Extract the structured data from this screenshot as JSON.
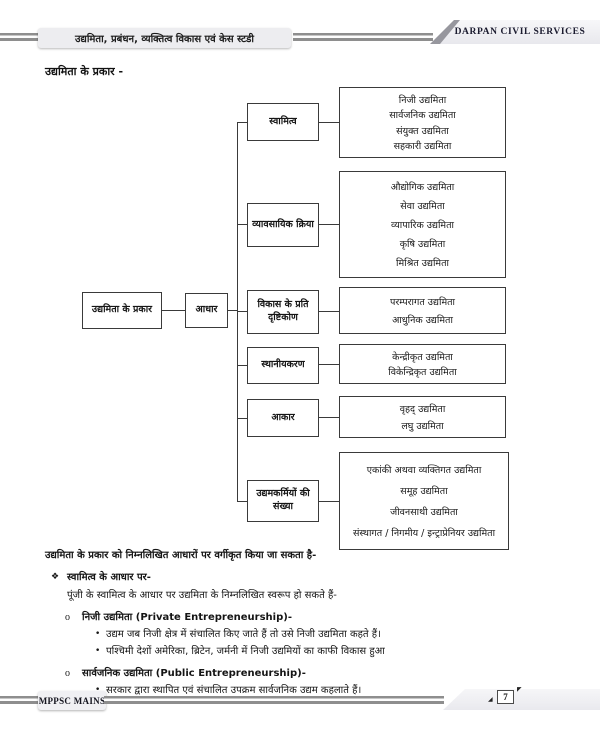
{
  "header": {
    "subject_title": "उद्यमिता, प्रबंधन, व्यक्तित्व विकास एवं केस स्टडी",
    "brand": "DARPAN CIVIL SERVICES"
  },
  "page_title": "उद्यमिता के प्रकार -",
  "chart": {
    "type": "flowchart",
    "root_label": "उद्यमिता के प्रकार",
    "hub_label": "आधार",
    "rows": [
      {
        "label": "स्वामित्व",
        "items": [
          "निजी उद्यमिता",
          "सार्वजनिक उद्यमिता",
          "संयुक्त उद्यमिता",
          "सहकारी उद्यमिता"
        ]
      },
      {
        "label": "व्यावसायिक क्रिया",
        "items": [
          "औद्योगिक उद्यमिता",
          "सेवा उद्यमिता",
          "व्यापारिक उद्यमिता",
          "कृषि उद्यमिता",
          "मिश्रित उद्यमिता"
        ]
      },
      {
        "label": "विकास के प्रति दृष्टिकोण",
        "items": [
          "परम्परागत उद्यमिता",
          "आधुनिक उद्यमिता"
        ]
      },
      {
        "label": "स्थानीयकरण",
        "items": [
          "केन्द्रीकृत उद्यमिता",
          "विकेन्द्रिकृत उद्यमिता"
        ]
      },
      {
        "label": "आकार",
        "items": [
          "वृहद् उद्यमिता",
          "लघु उद्यमिता"
        ]
      },
      {
        "label": "उद्यमकर्मियों की संख्या",
        "items": [
          "एकांकी अथवा व्यक्तिगत उद्यमिता",
          "समूह उद्यमिता",
          "जीवनसाथी उद्यमिता",
          "संस्थागत / निगमीय / इन्ट्राप्रेनियर उद्यमिता"
        ]
      }
    ]
  },
  "body": {
    "intro": "उद्यमिता के प्रकार को निम्नलिखित आधारों पर वर्गीकृत किया जा सकता है-",
    "diamond_marker": "❖",
    "circle_marker": "o",
    "bullet_marker": "•",
    "section_title": "स्वामित्व के आधार पर-",
    "section_sub": "पूंजी के स्वामित्व के आधार पर उद्यमिता के निम्नलिखित स्वरूप हो सकते हैं-",
    "subsections": [
      {
        "title": "निजी उद्यमिता (Private Entrepreneurship)-",
        "points": [
          "उद्यम जब निजी क्षेत्र में संचालित किए जाते हैं तो उसे निजी उद्यमिता कहते हैं।",
          "पश्चिमी देशों अमेरिका, ब्रिटेन, जर्मनी में निजी उद्यमियों का काफी विकास हुआ"
        ]
      },
      {
        "title": "सार्वजनिक उद्यमिता (Public Entrepreneurship)-",
        "points": [
          "सरकार द्वारा स्थापित एवं संचालित उपक्रम सार्वजनिक उद्यम कहलाते हैं।"
        ]
      }
    ]
  },
  "footer": {
    "brand": "MPPSC MAINS",
    "page_number": "7"
  },
  "colors": {
    "rail_gray": "#8e8e8e",
    "box_border": "#3a3a3a",
    "ribbon_bg": "#ededf0",
    "brand_text": "#1b1b2f"
  }
}
